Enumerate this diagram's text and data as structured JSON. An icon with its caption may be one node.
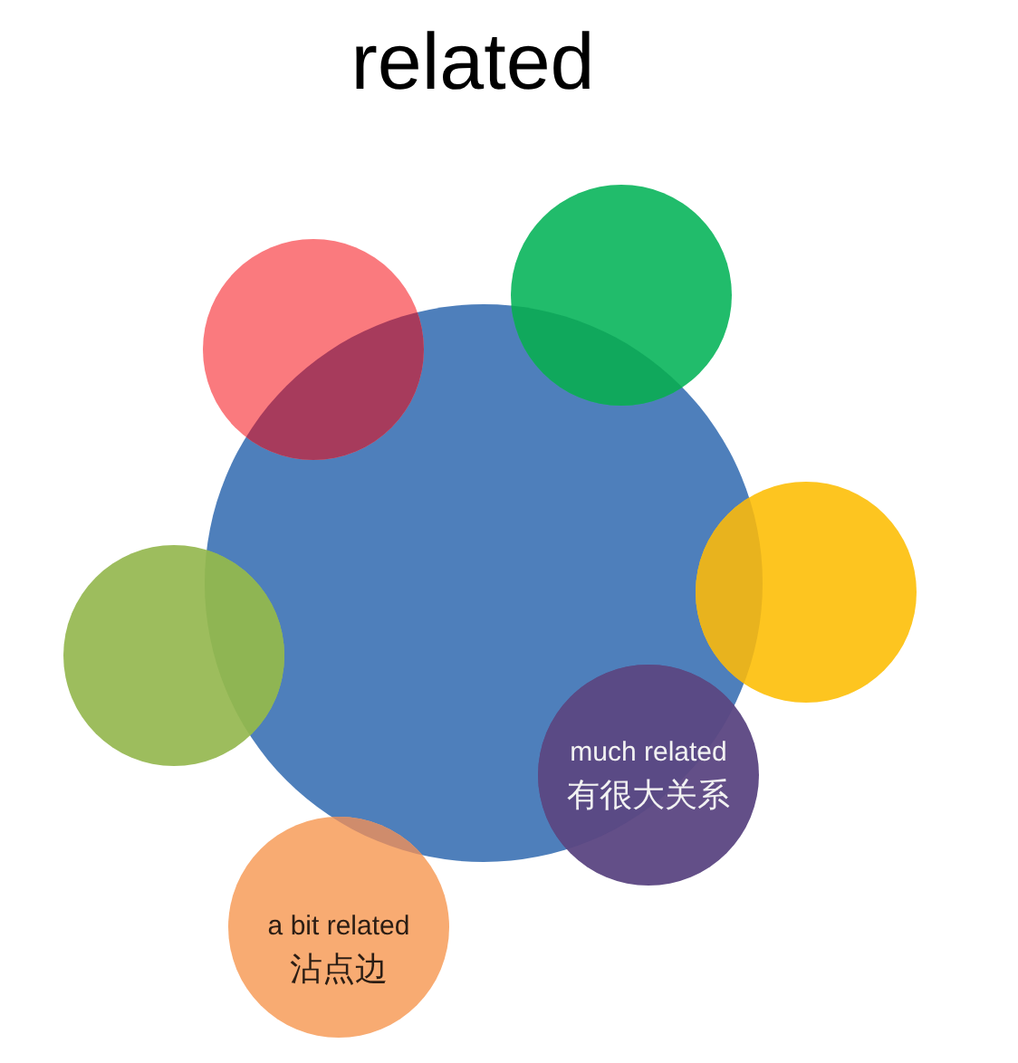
{
  "diagram": {
    "title": "related",
    "nodes": [
      {
        "text": [],
        "shape": "circle"
      },
      {
        "text": [],
        "shape": "circle"
      },
      {
        "text": [],
        "shape": "circle"
      },
      {
        "text": [],
        "shape": "circle"
      },
      {
        "text": [],
        "shape": "circle"
      },
      {
        "text": [
          "much related",
          "有很大关系"
        ]
      },
      {
        "text": [
          "a bit related",
          "沾点边"
        ]
      }
    ]
  }
}
